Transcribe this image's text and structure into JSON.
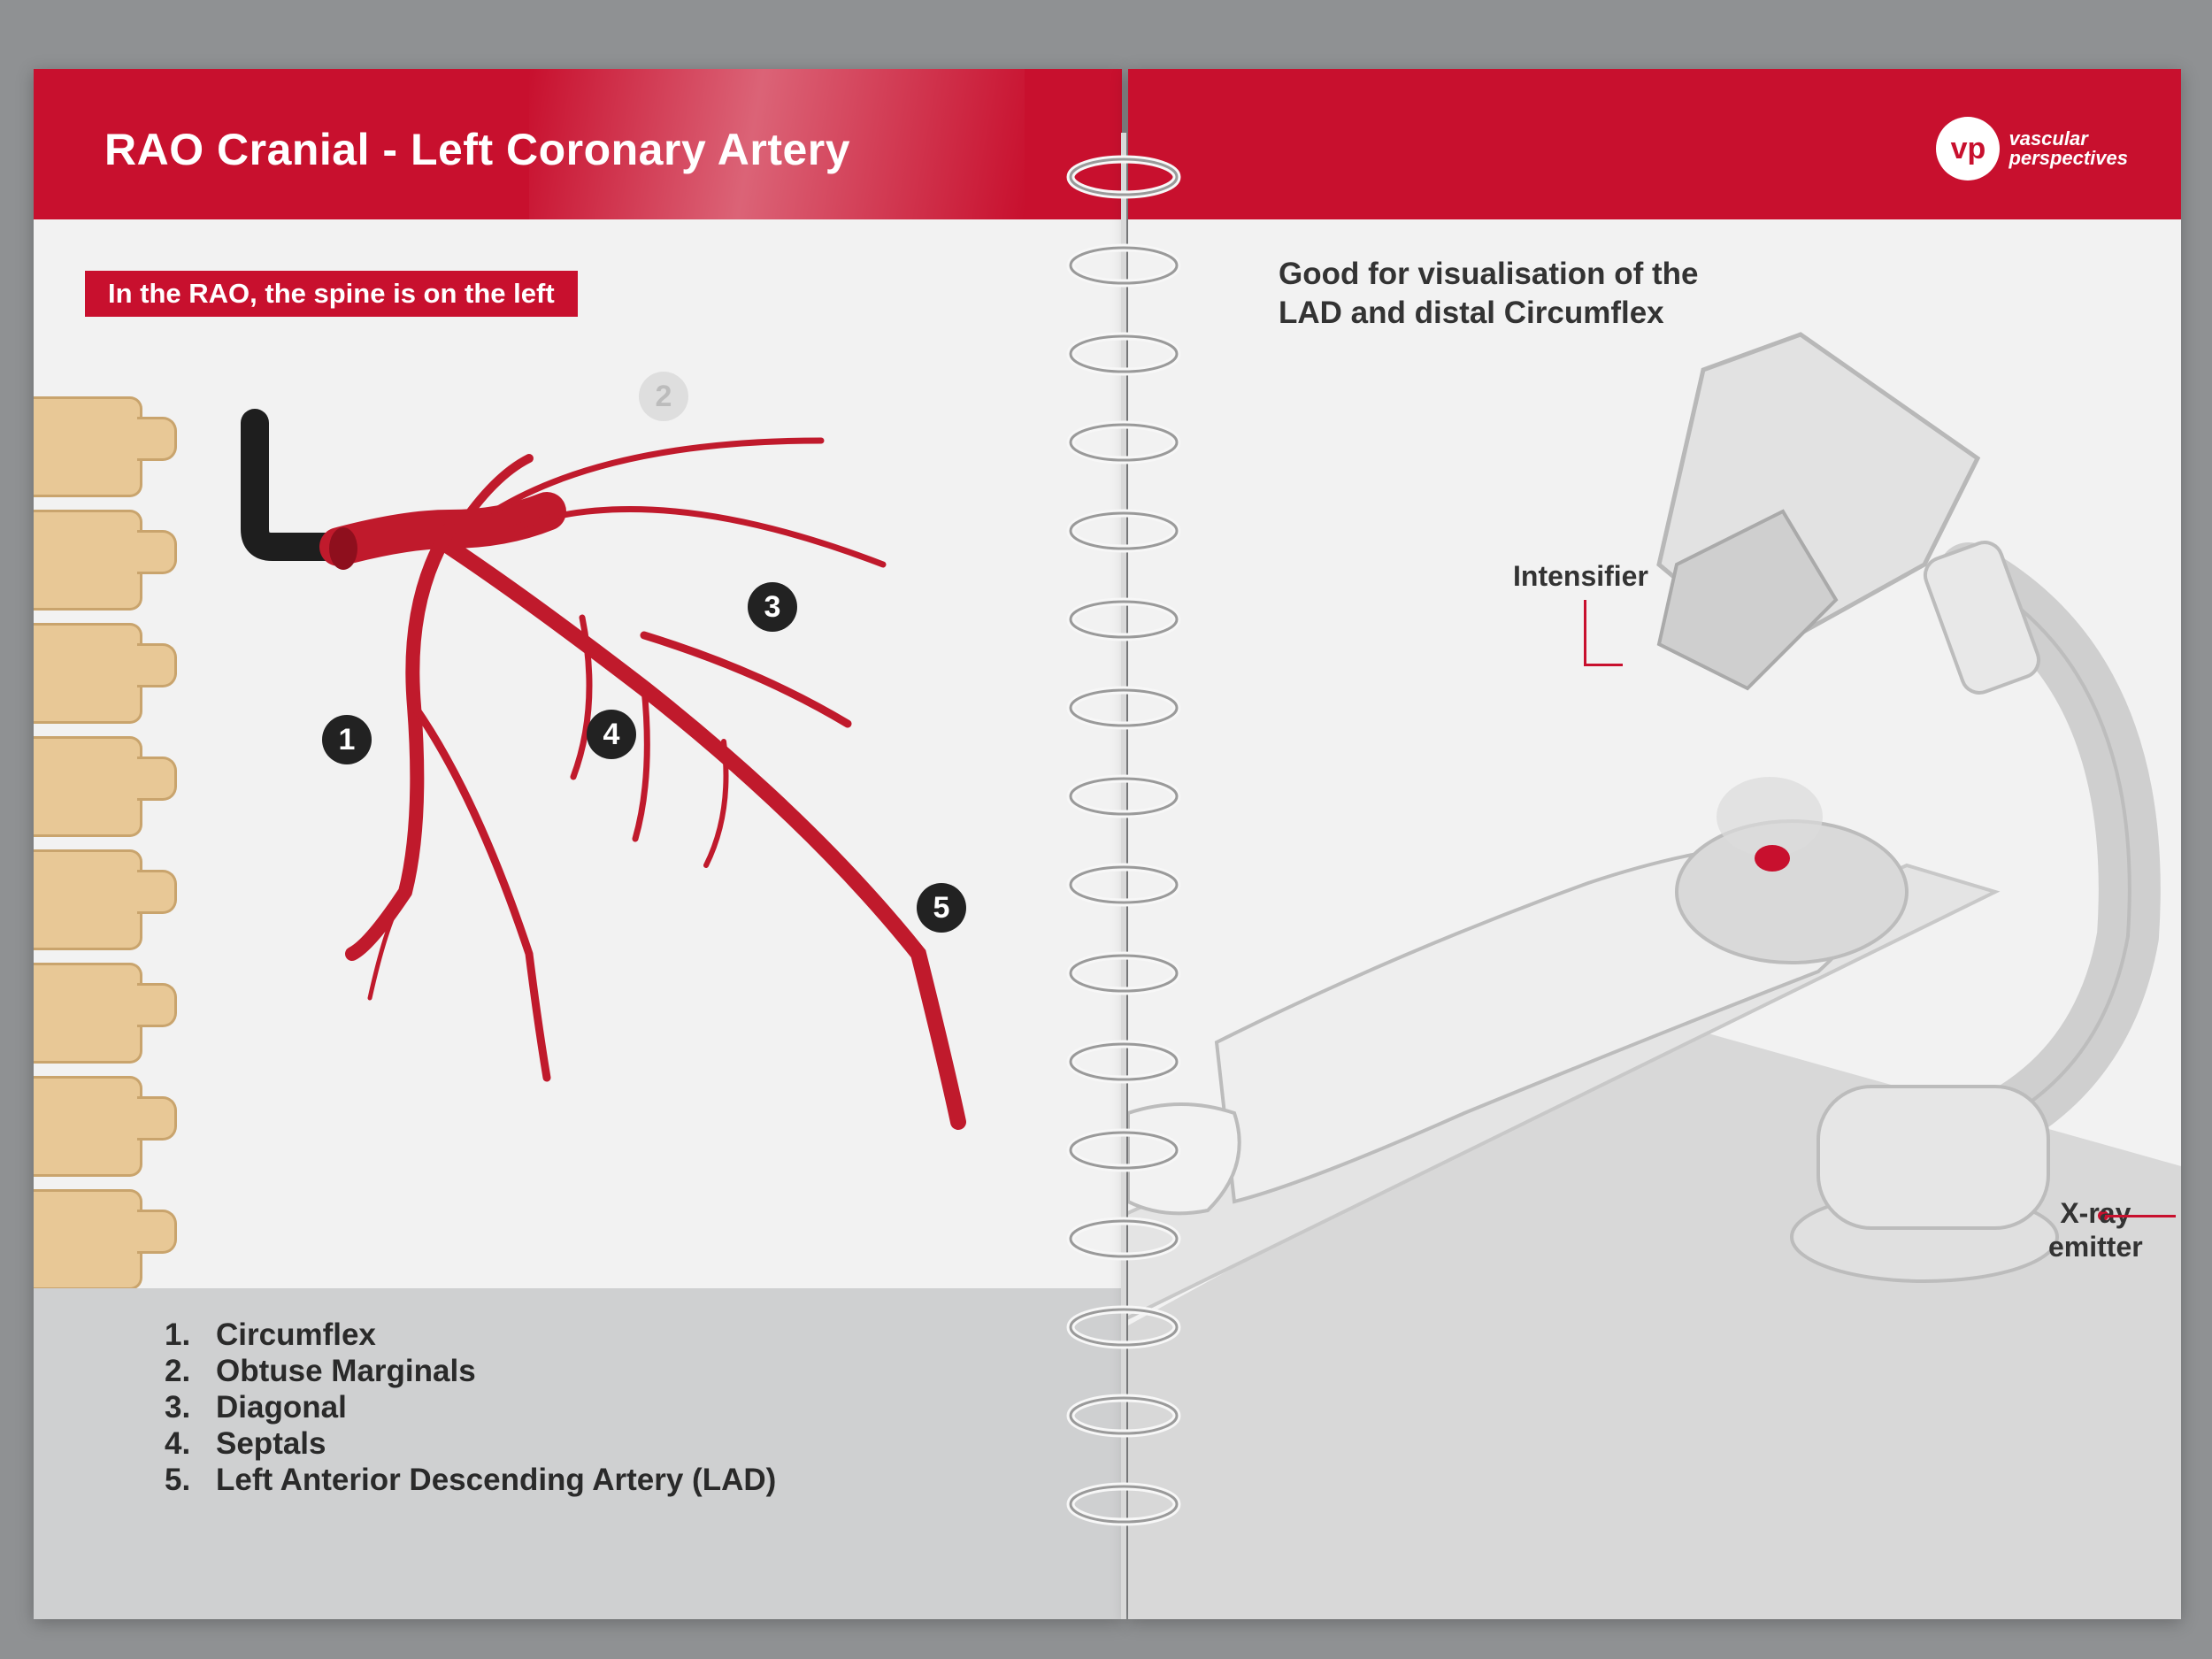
{
  "left_page": {
    "title": "RAO Cranial - Left Coronary Artery",
    "spine_note": "In the RAO, the spine is on the left",
    "markers": [
      "1",
      "2",
      "3",
      "4",
      "5"
    ],
    "legend": [
      {
        "num": "1.",
        "text": "Circumflex"
      },
      {
        "num": "2.",
        "text": "Obtuse Marginals"
      },
      {
        "num": "3.",
        "text": "Diagonal"
      },
      {
        "num": "4.",
        "text": "Septals"
      },
      {
        "num": "5.",
        "text": "Left Anterior Descending Artery (LAD)"
      }
    ]
  },
  "right_page": {
    "heading_line1": "Good for visualisation of the",
    "heading_line2": "LAD and distal Circumflex",
    "logo_line1": "vascular",
    "logo_line2": "perspectives",
    "label_intensifier": "Intensifier",
    "label_xray_line1": "X-ray",
    "label_xray_line2": "emitter"
  },
  "colors": {
    "brand_red": "#c8102e",
    "page": "#f2f2f2",
    "band": "#cfd0d1",
    "spine": "#e8c896"
  },
  "icons": [
    "coronary-artery-illustration",
    "catheter-illustration",
    "spine-illustration",
    "c-arm-xray-illustration",
    "spiral-binding"
  ]
}
